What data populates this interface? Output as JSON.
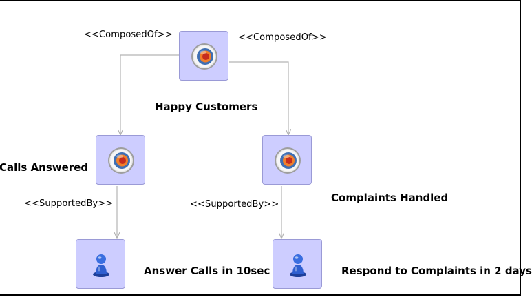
{
  "diagram": {
    "nodes": [
      {
        "id": "happy-customers",
        "kind": "goal",
        "label": "Happy Customers"
      },
      {
        "id": "calls-answered",
        "kind": "goal",
        "label": "Calls Answered"
      },
      {
        "id": "complaints-handled",
        "kind": "goal",
        "label": "Complaints Handled"
      },
      {
        "id": "answer-calls",
        "kind": "agent",
        "label": "Answer Calls in 10sec"
      },
      {
        "id": "respond-complaints",
        "kind": "agent",
        "label": "Respond to Complaints in 2 days"
      }
    ],
    "edges": [
      {
        "from": "happy-customers",
        "to": "calls-answered",
        "label": "<<ComposedOf>>"
      },
      {
        "from": "happy-customers",
        "to": "complaints-handled",
        "label": "<<ComposedOf>>"
      },
      {
        "from": "calls-answered",
        "to": "answer-calls",
        "label": "<<SupportedBy>>"
      },
      {
        "from": "complaints-handled",
        "to": "respond-complaints",
        "label": "<<SupportedBy>>"
      }
    ],
    "colors": {
      "node_fill": "#cdcdff",
      "node_border": "#9a9ad6",
      "connector": "#b4b4b4",
      "target_rings": [
        "#9e9e9e",
        "#f2f2f2",
        "#3f6fb3",
        "#f07e2a",
        "#c62c1e"
      ],
      "person_body": "#2f5fd0"
    },
    "icons": {
      "goal": "target-icon",
      "agent": "person-icon"
    }
  }
}
